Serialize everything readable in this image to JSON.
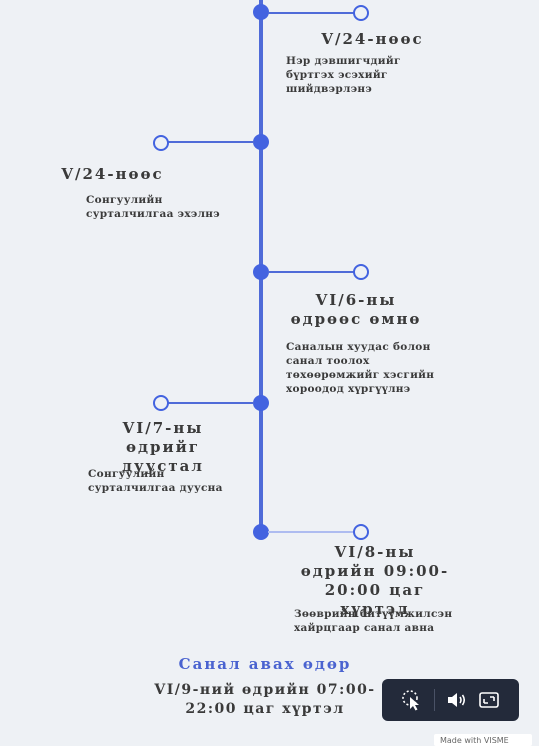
{
  "timeline": {
    "events": [
      {
        "date": "V/24-нөөс",
        "description": "Нэр дэвшигчдийг бүртгэх эсэхийг шийдвэрлэнэ"
      },
      {
        "date": "V/24-нөөс",
        "description": "Сонгуулийн сурталчилгаа эхэлнэ"
      },
      {
        "date": "VI/6-ны өдрөөс өмнө",
        "description": "Саналын хуудас болон санал тоолох төхөөрөмжийг хэсгийн хороодод хүргүүлнэ"
      },
      {
        "date": "VI/7-ны өдрийг дуустал",
        "description": "Сонгуулийн сурталчилгаа дуусна"
      },
      {
        "date": "VI/8-ны өдрийн 09:00-20:00 цаг хүртэл",
        "description": "Зөөврийн битүүмжилсэн хайрцгаар санал авна"
      }
    ],
    "final": {
      "title": "Санал авах өдөр",
      "time": "VI/9-ний өдрийн 07:00-22:00 цаг хүртэл"
    }
  },
  "toolbar": {
    "buttons": [
      {
        "name": "cursor-icon"
      },
      {
        "name": "volume-icon"
      },
      {
        "name": "fullscreen-icon"
      }
    ]
  },
  "badge": {
    "label": "Made with VISME"
  },
  "colors": {
    "accent": "#4363e0",
    "background": "#eef1f5",
    "toolbar": "#232a3a"
  }
}
